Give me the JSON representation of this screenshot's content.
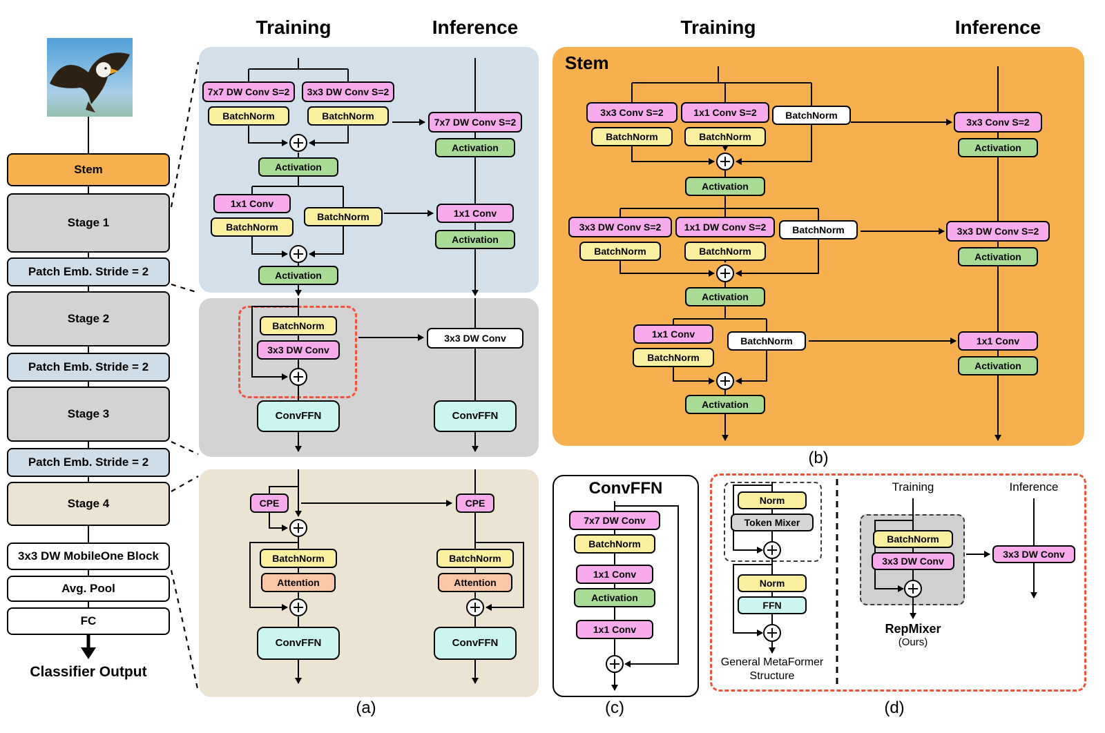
{
  "colors": {
    "conv_pink": "#F7ABEC",
    "batchnorm_yellow": "#FBF0A0",
    "activation_green": "#A8DC96",
    "convffn_cyan": "#CBF5F1",
    "attention_salmon": "#F9C6A8",
    "token_mixer_gray": "#D6D6D6",
    "stem_orange": "#F6B04F",
    "stage_gray": "#D3D3D3",
    "patch_emb_blue": "#CFDDE8",
    "stage4_beige": "#ECE4D2",
    "highlight_red": "#F0523A"
  },
  "left_column": {
    "blocks": [
      {
        "label": "Stem"
      },
      {
        "label": "Stage 1"
      },
      {
        "label": "Patch Emb. Stride = 2"
      },
      {
        "label": "Stage 2"
      },
      {
        "label": "Patch Emb. Stride = 2"
      },
      {
        "label": "Stage 3"
      },
      {
        "label": "Patch Emb. Stride = 2"
      },
      {
        "label": "Stage 4"
      },
      {
        "label": "3x3 DW MobileOne Block"
      },
      {
        "label": "Avg. Pool"
      },
      {
        "label": "FC"
      }
    ],
    "output_label": "Classifier Output"
  },
  "panel_a": {
    "caption": "(a)",
    "training_header": "Training",
    "inference_header": "Inference",
    "block1": {
      "train": {
        "conv7": "7x7 DW Conv S=2",
        "bn1": "BatchNorm",
        "conv3": "3x3 DW Conv S=2",
        "bn2": "BatchNorm",
        "act1": "Activation",
        "conv1": "1x1 Conv",
        "bn3": "BatchNorm",
        "bn_skip": "BatchNorm",
        "act2": "Activation"
      },
      "infer": {
        "conv7": "7x7 DW Conv S=2",
        "act1": "Activation",
        "conv1": "1x1 Conv",
        "act2": "Activation"
      }
    },
    "block2": {
      "train": {
        "bn": "BatchNorm",
        "conv": "3x3 DW Conv",
        "ffn": "ConvFFN"
      },
      "infer": {
        "conv": "3x3 DW Conv",
        "ffn": "ConvFFN"
      }
    },
    "block3": {
      "train": {
        "cpe": "CPE",
        "bn": "BatchNorm",
        "attn": "Attention",
        "ffn": "ConvFFN"
      },
      "infer": {
        "cpe": "CPE",
        "bn": "BatchNorm",
        "attn": "Attention",
        "ffn": "ConvFFN"
      }
    }
  },
  "panel_b": {
    "caption": "(b)",
    "title": "Stem",
    "training_header": "Training",
    "inference_header": "Inference",
    "train": {
      "row1": {
        "conv_a": "3x3 Conv S=2",
        "bn_a": "BatchNorm",
        "conv_b": "1x1 Conv S=2",
        "bn_b": "BatchNorm",
        "bn_skip": "BatchNorm",
        "act": "Activation"
      },
      "row2": {
        "conv_a": "3x3 DW Conv S=2",
        "bn_a": "BatchNorm",
        "conv_b": "1x1 DW Conv S=2",
        "bn_b": "BatchNorm",
        "bn_skip": "BatchNorm",
        "act": "Activation"
      },
      "row3": {
        "conv": "1x1 Conv",
        "bn": "BatchNorm",
        "bn_skip": "BatchNorm",
        "act": "Activation"
      }
    },
    "infer": {
      "row1": {
        "conv": "3x3 Conv S=2",
        "act": "Activation"
      },
      "row2": {
        "conv": "3x3 DW Conv S=2",
        "act": "Activation"
      },
      "row3": {
        "conv": "1x1 Conv",
        "act": "Activation"
      }
    }
  },
  "panel_c": {
    "caption": "(c)",
    "title": "ConvFFN",
    "conv7": "7x7 DW Conv",
    "bn": "BatchNorm",
    "conv1a": "1x1 Conv",
    "act": "Activation",
    "conv1b": "1x1 Conv"
  },
  "panel_d": {
    "caption": "(d)",
    "metaformer": {
      "norm1": "Norm",
      "token_mixer": "Token Mixer",
      "norm2": "Norm",
      "ffn": "FFN",
      "caption1": "General MetaFormer",
      "caption2": "Structure"
    },
    "repmixer": {
      "training_label": "Training",
      "inference_label": "Inference",
      "bn": "BatchNorm",
      "conv": "3x3 DW Conv",
      "conv_infer": "3x3 DW Conv",
      "name": "RepMixer",
      "name_sub": "(Ours)"
    }
  }
}
